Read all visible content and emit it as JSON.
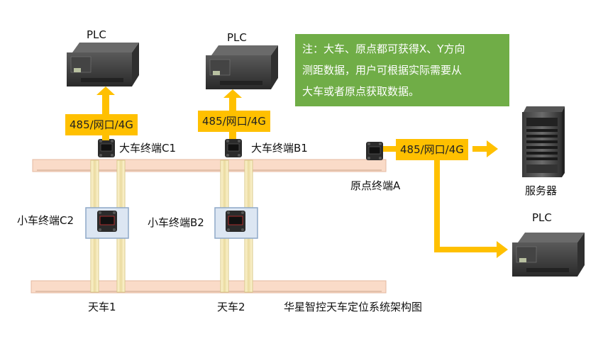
{
  "plc_labels": [
    "PLC",
    "PLC",
    "PLC"
  ],
  "connection_label": "485/网口/4G",
  "note": {
    "lines": [
      "注：大车、原点都可获得X、Y方向",
      "测距数据，用户可根据实际需要从",
      "大车或者原点获取数据。"
    ]
  },
  "terminals": {
    "big_c1": "大车终端C1",
    "big_b1": "大车终端B1",
    "origin_a": "原点终端A",
    "small_c2": "小车终端C2",
    "small_b2": "小车终端B2"
  },
  "server_label": "服务器",
  "crane_labels": [
    "天车1",
    "天车2"
  ],
  "caption": "华星智控天车定位系统架构图",
  "colors": {
    "arrow": "#FFC000",
    "rail": "#F8CBAD",
    "note_bg": "#70AD47",
    "crane": "#F2E6B0"
  }
}
